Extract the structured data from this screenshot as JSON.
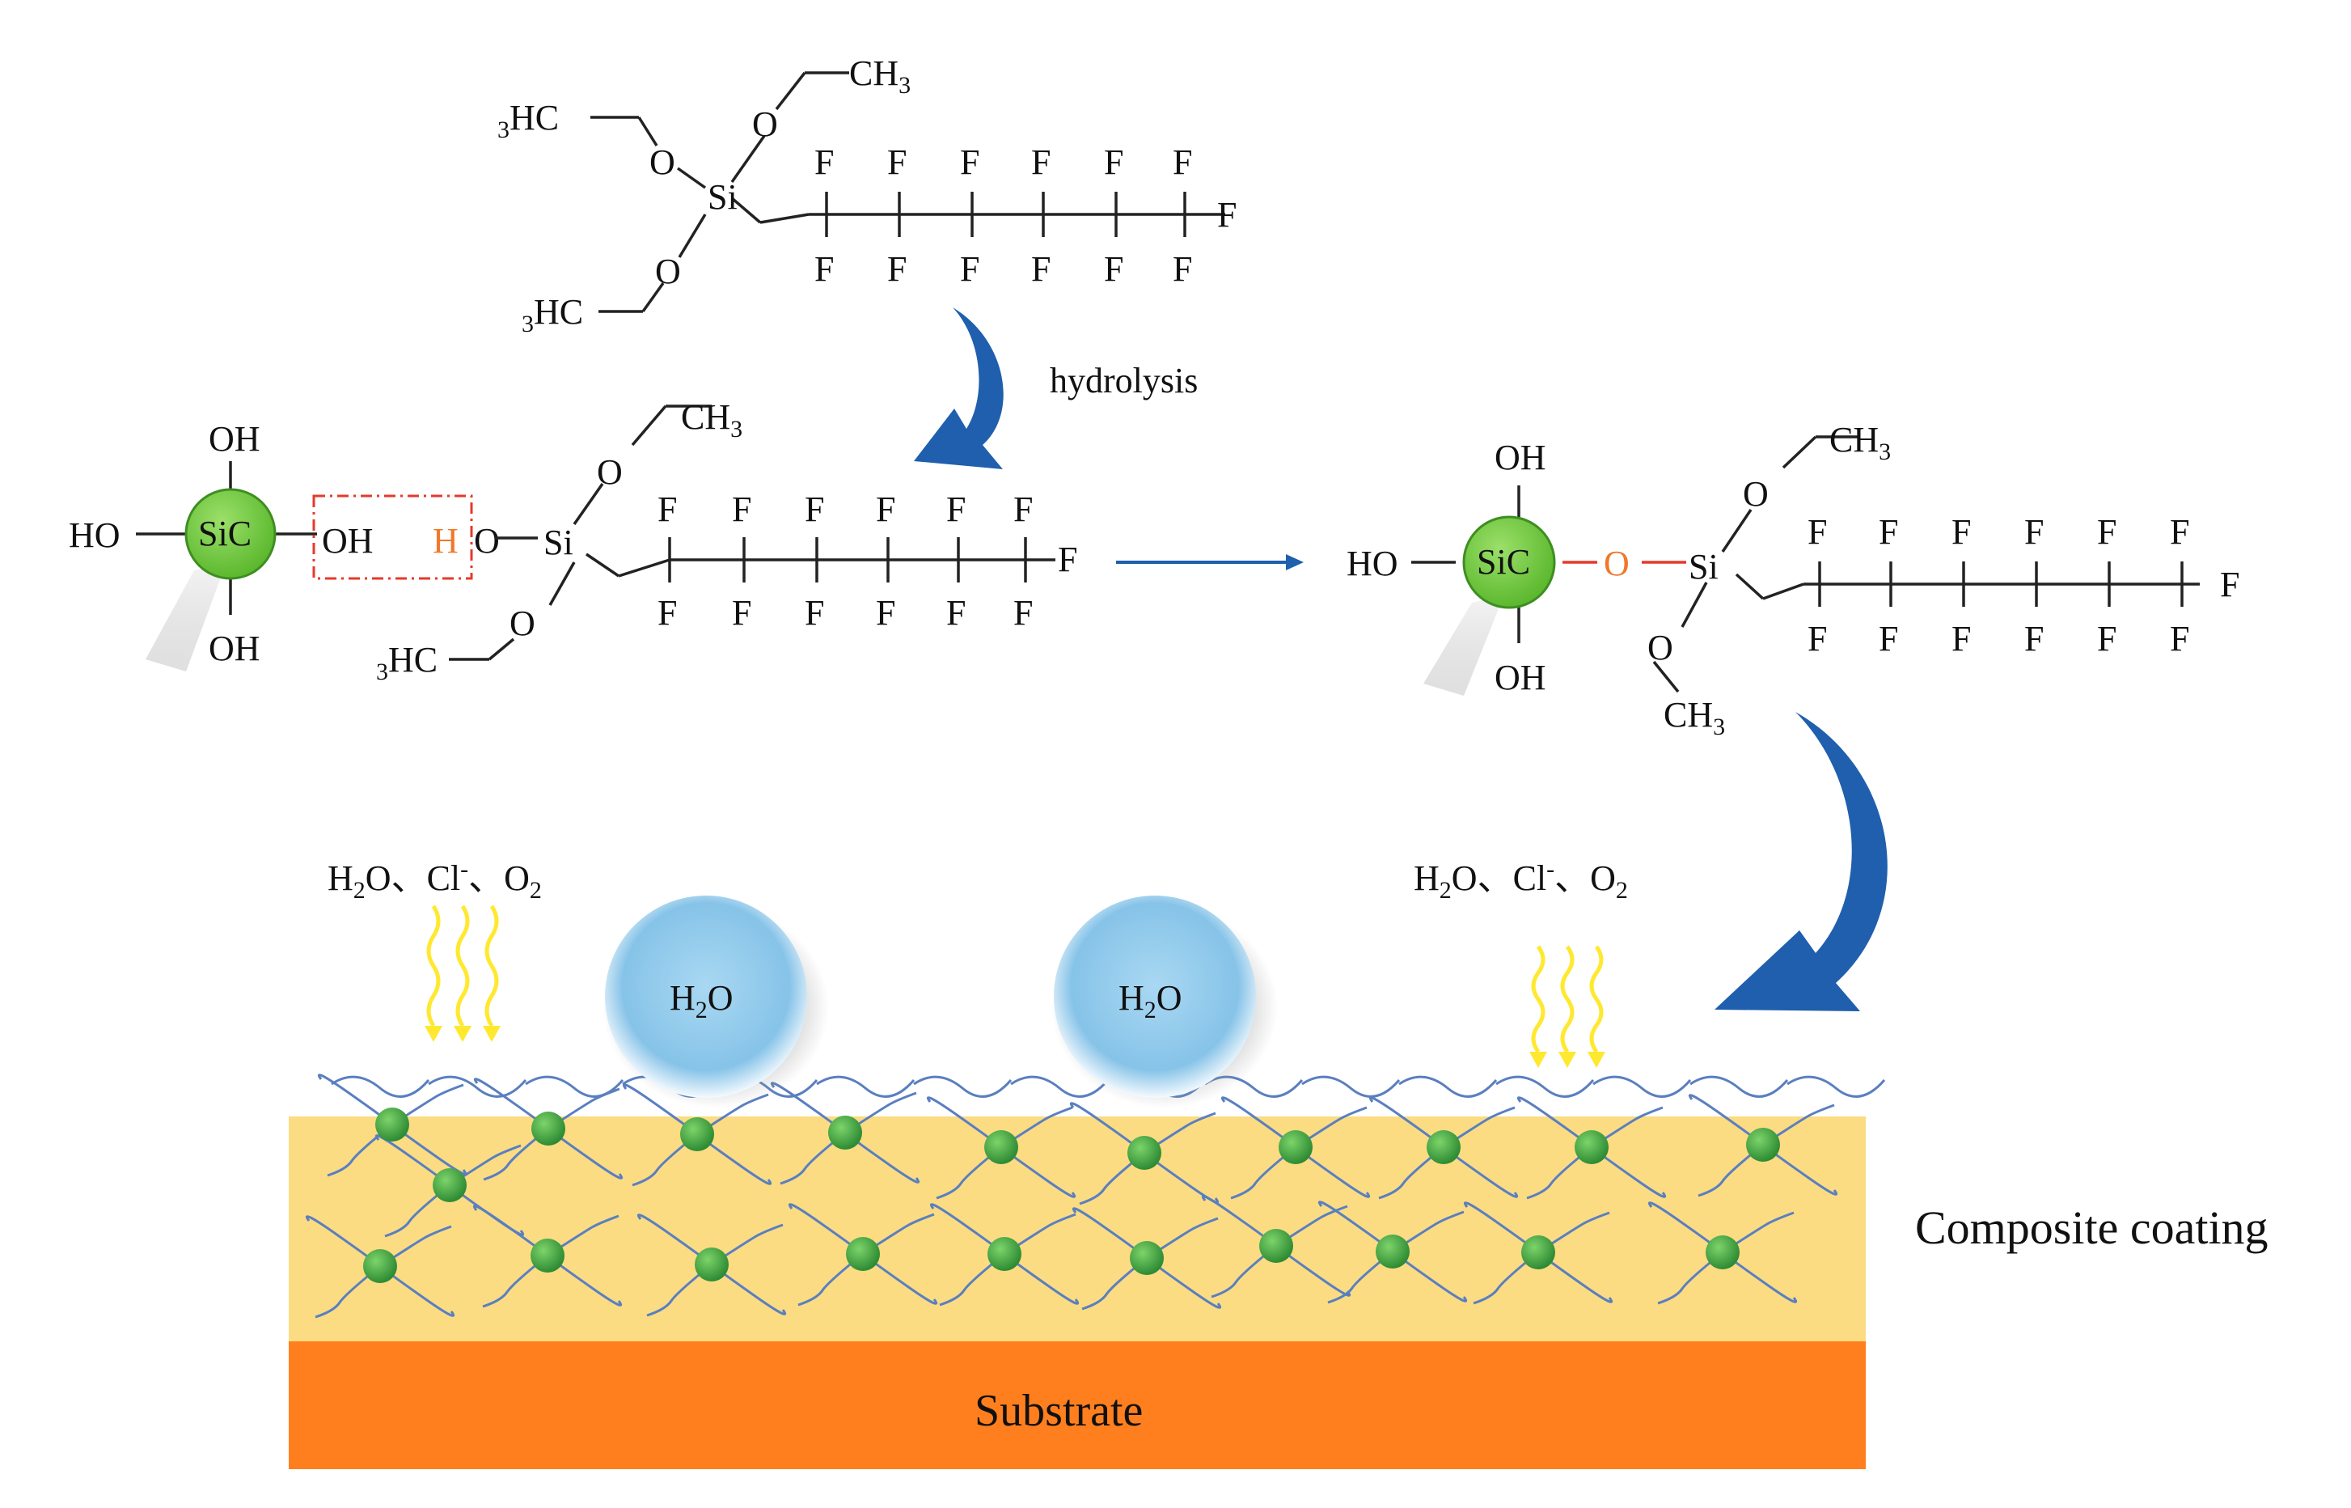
{
  "labels": {
    "hydrolysis": "hydrolysis",
    "F": "F",
    "O": "O",
    "H": "H",
    "Si": "Si",
    "SiC": "SiC",
    "OH": "OH",
    "HO": "HO",
    "CH": "CH",
    "HC": "HC",
    "sub3": "3",
    "sub2": "2",
    "H2O_H": "H",
    "H2O_O": "O",
    "Cl": "Cl",
    "minus": "-",
    "sep": "、",
    "O2_O": "O",
    "composite": "Composite coating",
    "substrate": "Substrate"
  },
  "colors": {
    "sic_green": "#6CC93F",
    "highlight_orange": "#F0782A",
    "arrow_blue": "#1F5FAD",
    "coating_yellow": "#FBDC82",
    "substrate_orange": "#FF7F1F",
    "chain_blue": "#5A7FC0",
    "particle_green": "#3A9E3A",
    "water_blue": "#8EC7EA",
    "wavy_yellow": "#FFE830",
    "bond_red": "#E53A2A"
  }
}
